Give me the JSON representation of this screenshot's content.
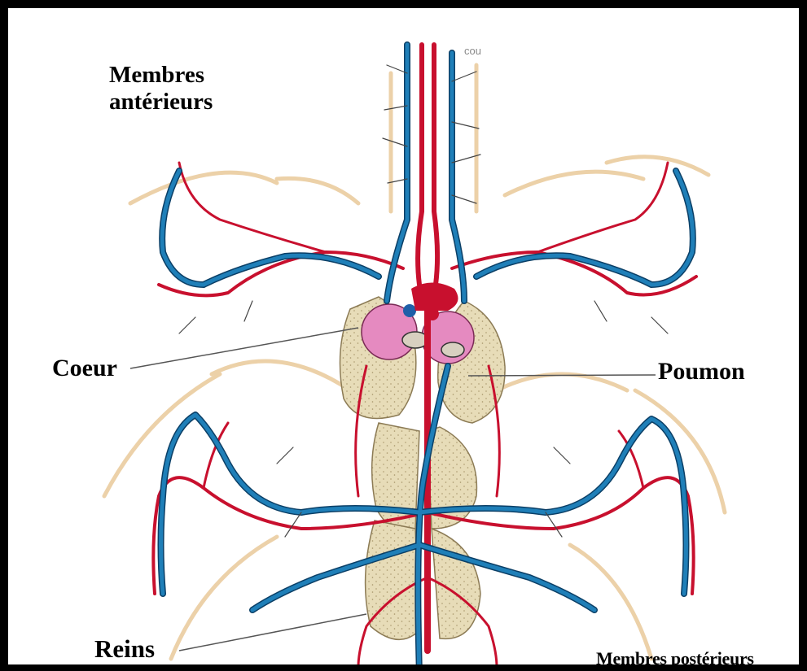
{
  "labels": {
    "membres_anterieurs_line1": "Membres",
    "membres_anterieurs_line2": "antérieurs",
    "cou": "cou",
    "coeur": "Coeur",
    "poumon": "Poumon",
    "reins": "Reins",
    "membres_posterieurs": "Membres postérieurs"
  },
  "colors": {
    "artery": "#c8102e",
    "vein": "#1f7fb8",
    "vein_outline": "#0b3f66",
    "heart": "#e58ac0",
    "organ": "#e7dcb8",
    "bone": "#e9c99a",
    "leader_line": "#555555"
  }
}
